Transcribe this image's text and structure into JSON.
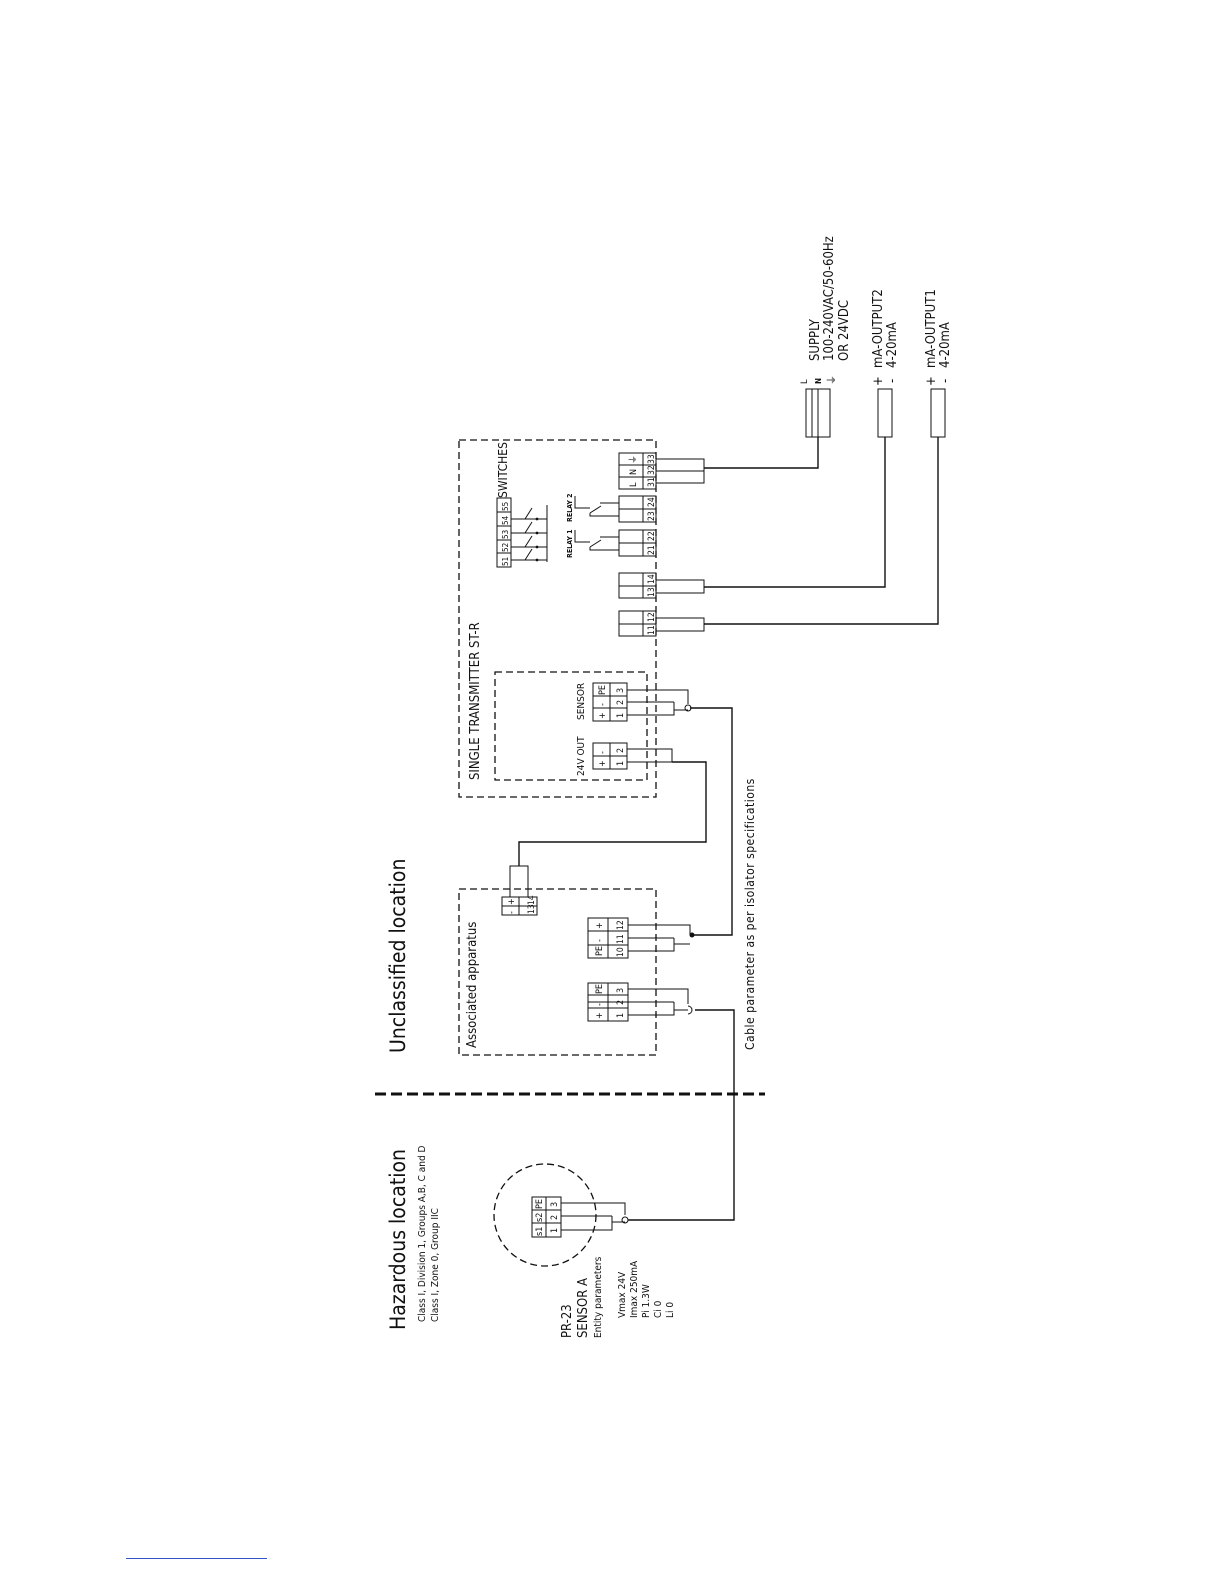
{
  "zones": {
    "hazardous": "Hazardous location",
    "hazardous_class1": "Class I, Division 1, Groups A,B, C and D",
    "hazardous_class2": "Class I, Zone 0, Group IIC",
    "unclassified": "Unclassified location"
  },
  "sensor": {
    "model": "PR-23",
    "name": "SENSOR A",
    "entity_title": "Entity parameters",
    "params": [
      "Vmax 24V",
      "Imax 250mA",
      "Pi 1.3W",
      "Ci 0",
      "Li 0"
    ],
    "terminal_labels": [
      "s1",
      "s2",
      "PE"
    ],
    "terminal_numbers": [
      "1",
      "2",
      "3"
    ]
  },
  "associated": {
    "title": "Associated apparatus",
    "left_labels": [
      "+",
      "-",
      "PE"
    ],
    "left_numbers": [
      "1",
      "2",
      "3"
    ],
    "mid_labels": [
      "PE",
      "-",
      "+"
    ],
    "mid_numbers": [
      "10",
      "11",
      "12"
    ],
    "top_labels": [
      "+",
      "-"
    ],
    "top_numbers": [
      "14",
      "13"
    ]
  },
  "cable_note": "Cable parameter as per isolator specifications",
  "transmitter": {
    "title": "SINGLE TRANSMITTER ST-R",
    "out_title": "24V OUT",
    "out_labels": [
      "+",
      "-"
    ],
    "out_numbers": [
      "1",
      "2"
    ],
    "sensor_title": "SENSOR",
    "sensor_labels": [
      "+",
      "-",
      "PE"
    ],
    "sensor_numbers": [
      "1",
      "2",
      "3"
    ],
    "t1": [
      "11",
      "12"
    ],
    "t2": [
      "13",
      "14"
    ],
    "relay1": "RELAY 1",
    "relay1_numbers": [
      "21",
      "22"
    ],
    "relay2": "RELAY 2",
    "relay2_numbers": [
      "23",
      "24"
    ],
    "switches": "SWITCHES",
    "switch_numbers": [
      "51",
      "52",
      "53",
      "54",
      "55"
    ],
    "supply_labels": [
      "L",
      "N",
      "⏚"
    ],
    "supply_numbers": [
      "31",
      "32",
      "33"
    ]
  },
  "outputs": {
    "supply_lines": [
      "L",
      "N",
      "⏚"
    ],
    "supply_title": "SUPPLY",
    "supply_spec1": "100-240VAC/50-60Hz",
    "supply_spec2": "OR  24VDC",
    "out2_pm": [
      "+",
      "-"
    ],
    "out2_title": "mA-OUTPUT2",
    "out2_range": "4-20mA",
    "out1_pm": [
      "+",
      "-"
    ],
    "out1_title": "mA-OUTPUT1",
    "out1_range": "4-20mA"
  }
}
